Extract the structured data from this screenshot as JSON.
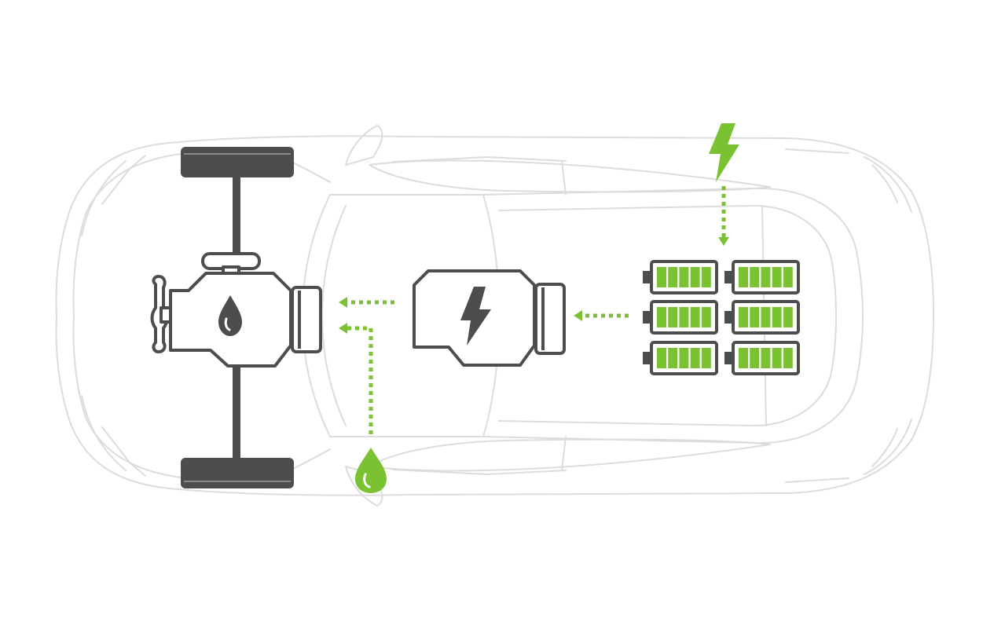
{
  "colors": {
    "accent": "#7ac231",
    "component": "#4d4d4d",
    "car_outline": "#dcdcdc",
    "background": "#ffffff"
  },
  "icons": {
    "engine": "fuel-engine-icon",
    "engine_symbol": "fuel-drop-icon",
    "electric_motor": "electric-motor-icon",
    "motor_symbol": "lightning-bolt-icon",
    "battery": "battery-icon",
    "charge_input": "lightning-bolt-icon",
    "fuel_input": "fuel-drop-icon"
  },
  "battery_pack": {
    "cells": 6,
    "charge_level": 1.0
  },
  "flows": [
    {
      "from": "charge-input",
      "to": "battery-pack"
    },
    {
      "from": "battery-pack",
      "to": "electric-motor"
    },
    {
      "from": "electric-motor",
      "to": "combustion-engine"
    },
    {
      "from": "fuel-input",
      "to": "combustion-engine"
    }
  ]
}
